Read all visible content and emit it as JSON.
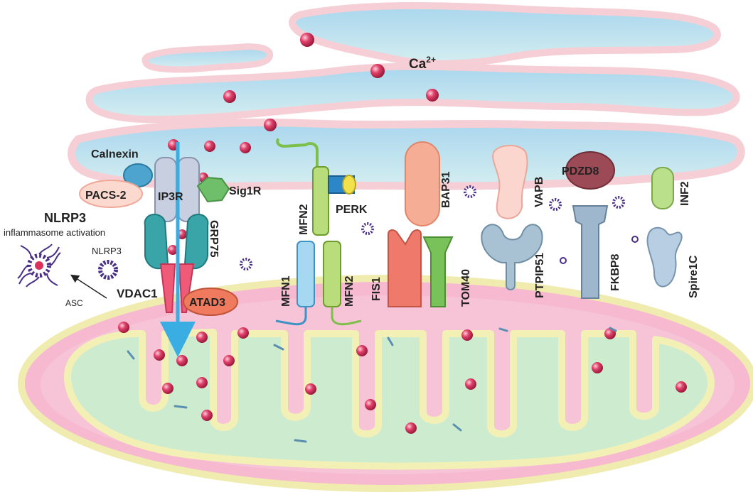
{
  "labels": {
    "ca": "Ca",
    "ca_sup": "2+",
    "calnexin": "Calnexin",
    "pacs2": "PACS-2",
    "ip3r": "IP3R",
    "sig1r": "Sig1R",
    "grp75": "GRP75",
    "nlrp3_title": "NLRP3",
    "nlrp3_sub": "inflammasome activation",
    "nlrp3_small": "NLRP3",
    "asc": "ASC",
    "vdac1": "VDAC1",
    "atad3": "ATAD3",
    "mfn2_top": "MFN2",
    "perk": "PERK",
    "mfn1": "MFN1",
    "mfn2_bottom": "MFN2",
    "bap31": "BAP31",
    "fis1": "FIS1",
    "tom40": "TOM40",
    "vapb": "VAPB",
    "ptpip51": "PTPIP51",
    "pdzd8": "PDZD8",
    "fkbp8": "FKBP8",
    "inf2": "INF2",
    "spire1c": "Spire1C"
  },
  "colors": {
    "er_lumen": "#b6dcef",
    "er_membrane": "#f6cfd6",
    "mito_outer": "#f6b9cf",
    "mito_ims": "#f9d9e4",
    "mito_matrix": "#cdeccf",
    "mito_membrane": "#f3f0b6",
    "calcium": "#d9325c",
    "arrow": "#3aaee3",
    "nlrp3": "#4a2f86"
  }
}
